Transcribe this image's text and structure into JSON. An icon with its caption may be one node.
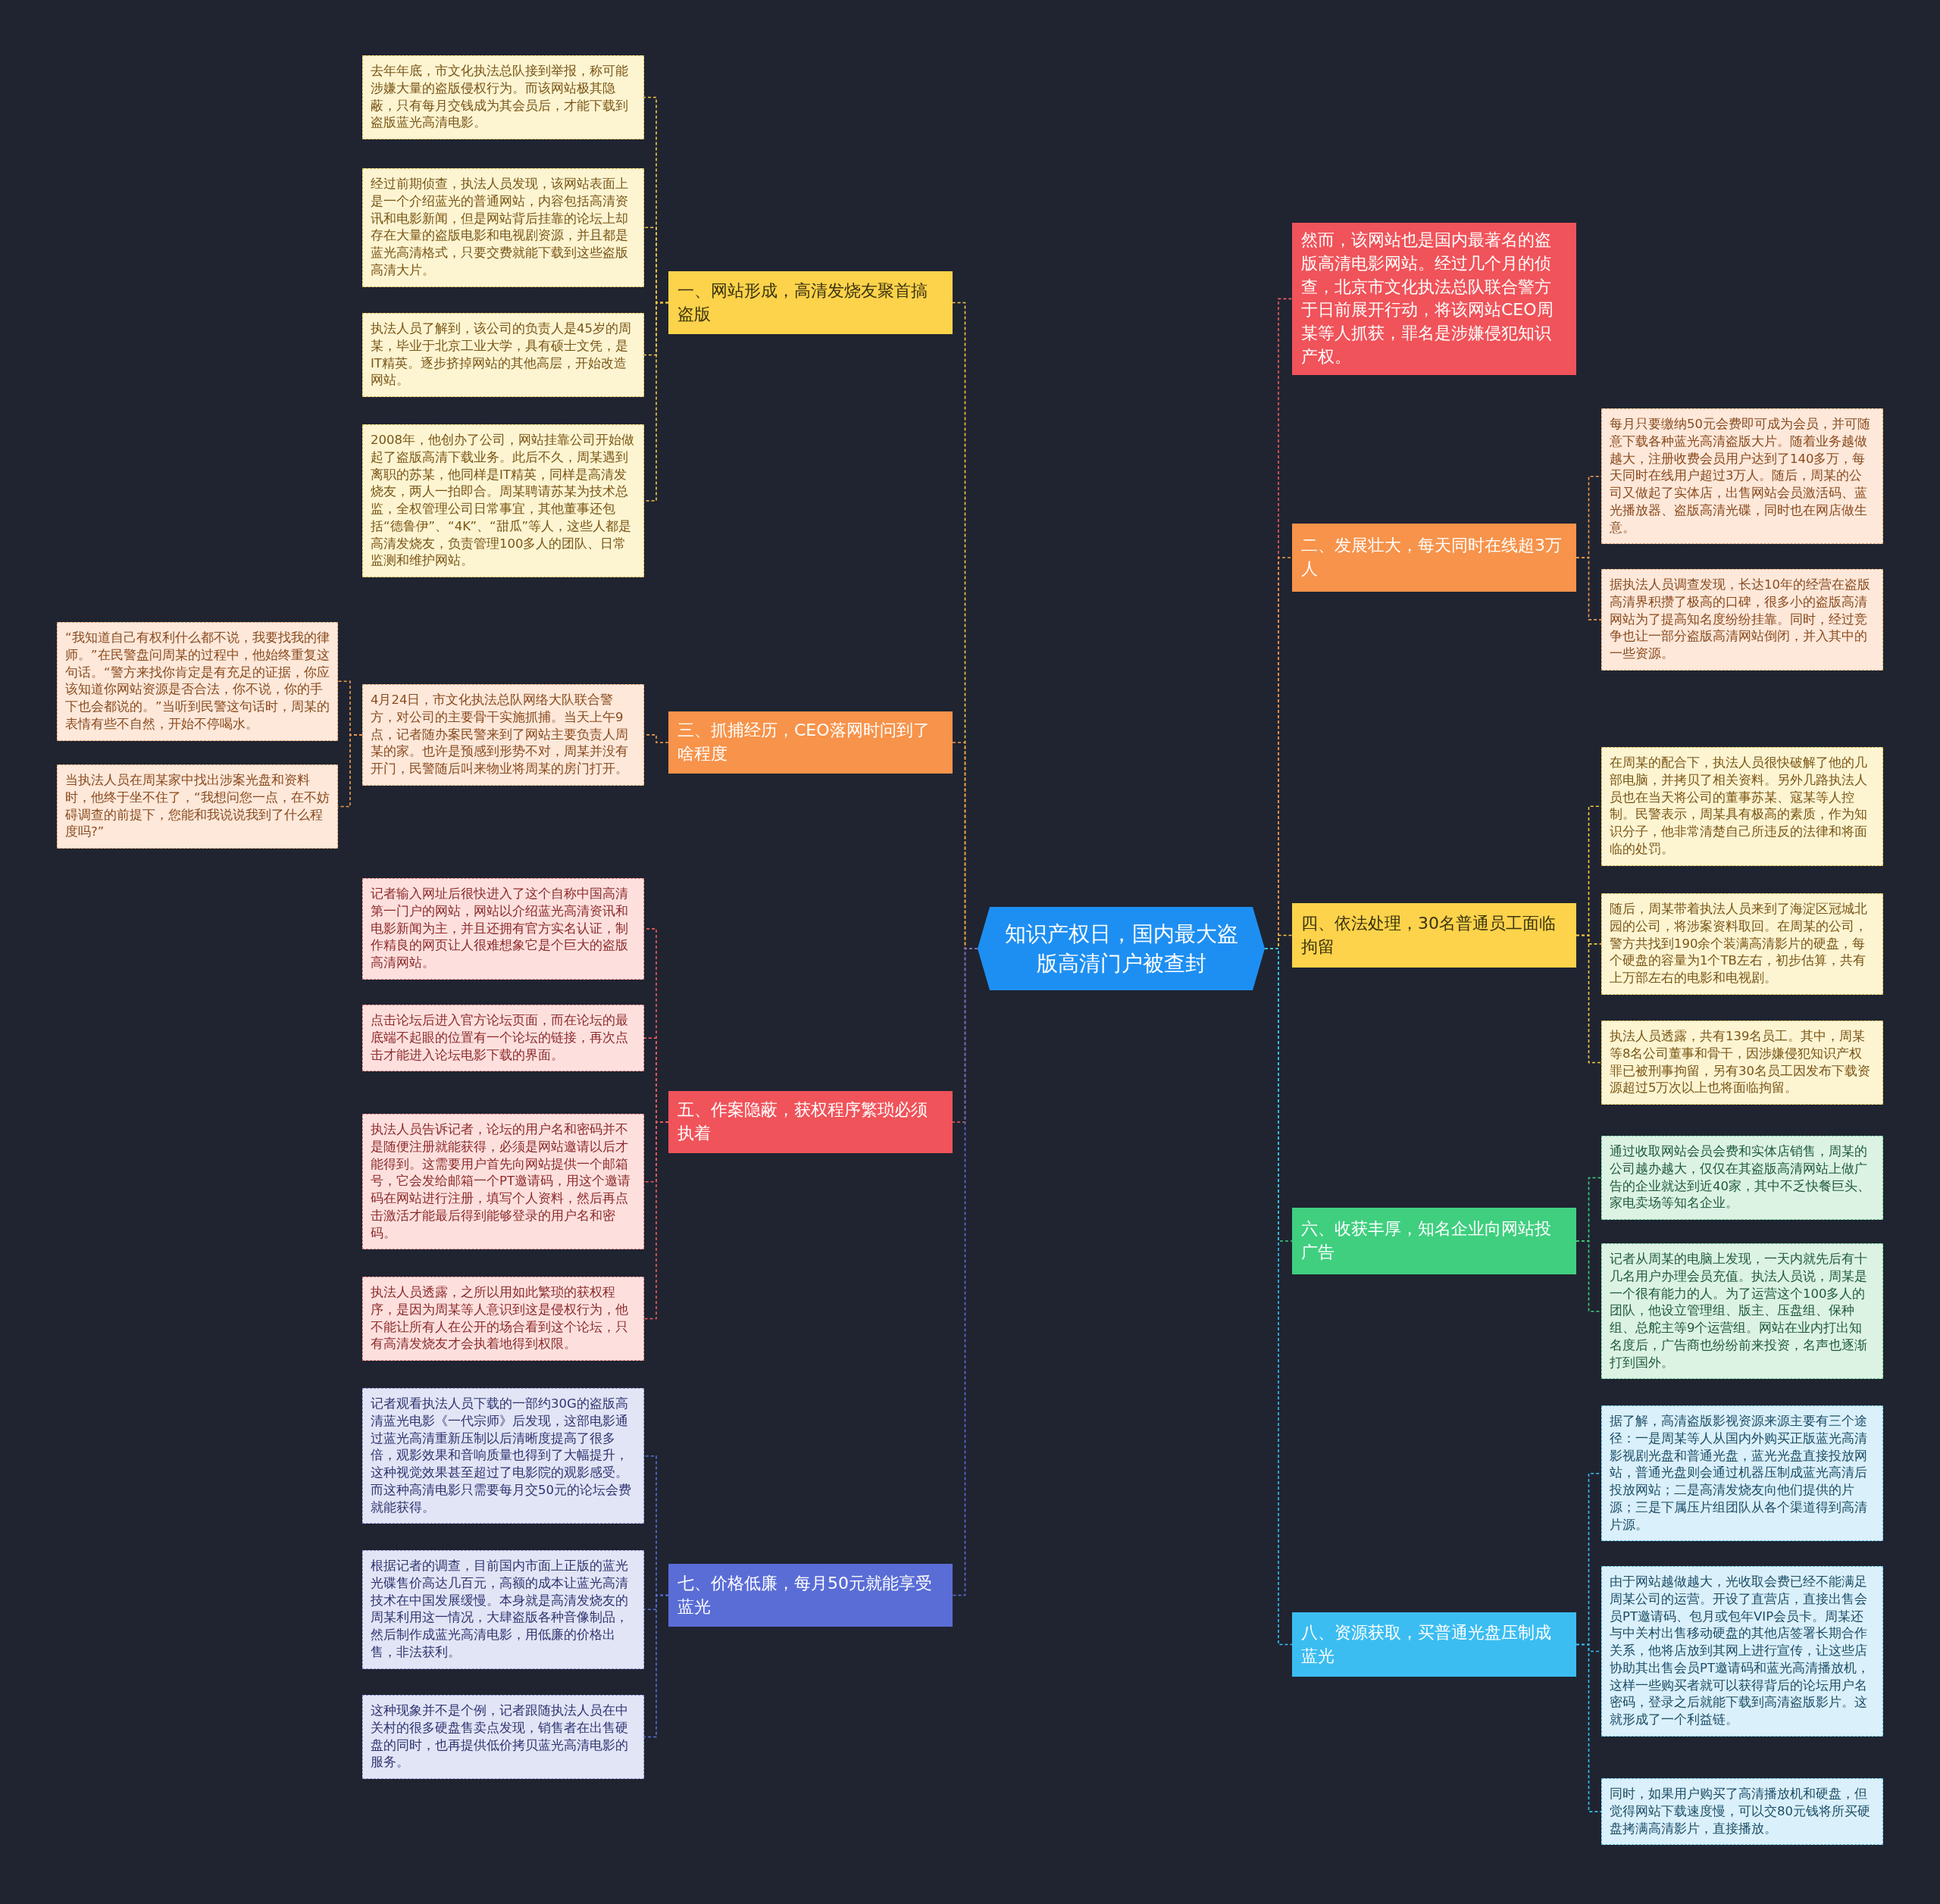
{
  "diagram": {
    "nodes": [
      {
        "text": [
          "知识产权日，国内最大盗版高清门户被查封"
        ]
      },
      {
        "text": [
          "一、网站形成，高清发烧友聚首搞盗版"
        ]
      },
      {
        "text": [
          "去年年底，市文化执法总队接到举报，称可能涉嫌大量的盗版侵权行为。而该网站极其隐蔽，只有每月交钱成为其会员后，才能下载到盗版蓝光高清电影。"
        ]
      },
      {
        "text": [
          "经过前期侦查，执法人员发现，该网站表面上是一个介绍蓝光的普通网站，内容包括高清资讯和电影新闻，但是网站背后挂靠的论坛上却存在大量的盗版电影和电视剧资源，并且都是蓝光高清格式，只要交费就能下载到这些盗版高清大片。"
        ]
      },
      {
        "text": [
          "执法人员了解到，该公司的负责人是45岁的周某，毕业于北京工业大学，具有硕士文凭，是IT精英。逐步挤掉网站的其他高层，开始改造网站。"
        ]
      },
      {
        "text": [
          "2008年，他创办了公司，网站挂靠公司开始做起了盗版高清下载业务。此后不久，周某遇到离职的苏某，他同样是IT精英，同样是高清发烧友，两人一拍即合。周某聘请苏某为技术总监，全权管理公司日常事宜，其他董事还包括“德鲁伊”、“4K”、“甜瓜”等人，这些人都是高清发烧友，负责管理100多人的团队、日常监测和维护网站。"
        ]
      },
      {
        "text": [
          "三、抓捕经历，CEO落网时问到了啥程度"
        ]
      },
      {
        "text": [
          "4月24日，市文化执法总队网络大队联合警方，对公司的主要骨干实施抓捕。当天上午9点，记者随办案民警来到了网站主要负责人周某的家。也许是预感到形势不对，周某并没有开门，民警随后叫来物业将周某的房门打开。"
        ]
      },
      {
        "text": [
          "“我知道自己有权利什么都不说，我要找我的律师。”在民警盘问周某的过程中，他始终重复这句话。“警方来找你肯定是有充足的证据，你应该知道你网站资源是否合法，你不说，你的手下也会都说的。”当听到民警这句话时，周某的表情有些不自然，开始不停喝水。"
        ]
      },
      {
        "text": [
          "当执法人员在周某家中找出涉案光盘和资料时，他终于坐不住了，“我想问您一点，在不妨碍调查的前提下，您能和我说说我到了什么程度吗?”"
        ]
      },
      {
        "text": [
          "五、作案隐蔽，获权程序繁琐必须执着"
        ]
      },
      {
        "text": [
          "记者输入网址后很快进入了这个自称中国高清第一门户的网站，网站以介绍蓝光高清资讯和电影新闻为主，并且还拥有官方实名认证，制作精良的网页让人很难想象它是个巨大的盗版高清网站。"
        ]
      },
      {
        "text": [
          "点击论坛后进入官方论坛页面，而在论坛的最底端不起眼的位置有一个论坛的链接，再次点击才能进入论坛电影下载的界面。"
        ]
      },
      {
        "text": [
          "执法人员告诉记者，论坛的用户名和密码并不是随便注册就能获得，必须是网站邀请以后才能得到。这需要用户首先向网站提供一个邮箱号，它会发给邮箱一个PT邀请码，用这个邀请码在网站进行注册，填写个人资料，然后再点击激活才能最后得到能够登录的用户名和密码。"
        ]
      },
      {
        "text": [
          "执法人员透露，之所以用如此繁琐的获权程序，是因为周某等人意识到这是侵权行为，他不能让所有人在公开的场合看到这个论坛，只有高清发烧友才会执着地得到权限。"
        ]
      },
      {
        "text": [
          "七、价格低廉，每月50元就能享受蓝光"
        ]
      },
      {
        "text": [
          "记者观看执法人员下载的一部约30G的盗版高清蓝光电影《一代宗师》后发现，这部电影通过蓝光高清重新压制以后清晰度提高了很多倍，观影效果和音响质量也得到了大幅提升，这种视觉效果甚至超过了电影院的观影感受。而这种高清电影只需要每月交50元的论坛会费就能获得。"
        ]
      },
      {
        "text": [
          "根据记者的调查，目前国内市面上正版的蓝光光碟售价高达几百元，高额的成本让蓝光高清技术在中国发展缓慢。本身就是高清发烧友的周某利用这一情况，大肆盗版各种音像制品，然后制作成蓝光高清电影，用低廉的价格出售，非法获利。"
        ]
      },
      {
        "text": [
          "这种现象并不是个例，记者跟随执法人员在中关村的很多硬盘售卖点发现，销售者在出售硬盘的同时，也再提供低价拷贝蓝光高清电影的服务。"
        ]
      },
      {
        "text": [
          "然而，该网站也是国内最著名的盗版高清电影网站。经过几个月的侦查，北京市文化执法总队联合警方于日前展开行动，将该网站CEO周某等人抓获，罪名是涉嫌侵犯知识产权。"
        ]
      },
      {
        "text": [
          "二、发展壮大，每天同时在线超3万人"
        ]
      },
      {
        "text": [
          "每月只要缴纳50元会费即可成为会员，并可随意下载各种蓝光高清盗版大片。随着业务越做越大，注册收费会员用户达到了140多万，每天同时在线用户超过3万人。随后，周某的公司又做起了实体店，出售网站会员激活码、蓝光播放器、盗版高清光碟，同时也在网店做生意。"
        ]
      },
      {
        "text": [
          "据执法人员调查发现，长达10年的经营在盗版高清界积攒了极高的口碑，很多小的盗版高清网站为了提高知名度纷纷挂靠。同时，经过竞争也让一部分盗版高清网站倒闭，并入其中的一些资源。"
        ]
      },
      {
        "text": [
          "四、依法处理，30名普通员工面临拘留"
        ]
      },
      {
        "text": [
          "在周某的配合下，执法人员很快破解了他的几部电脑，并拷贝了相关资料。另外几路执法人员也在当天将公司的董事苏某、寇某等人控制。民警表示，周某具有极高的素质，作为知识分子，他非常清楚自己所违反的法律和将面临的处罚。"
        ]
      },
      {
        "text": [
          "随后，周某带着执法人员来到了海淀区冠城北园的公司，将涉案资料取回。在周某的公司，警方共找到190余个装满高清影片的硬盘，每个硬盘的容量为1个TB左右，初步估算，共有上万部左右的电影和电视剧。"
        ]
      },
      {
        "text": [
          "执法人员透露，共有139名员工。其中，周某等8名公司董事和骨干，因涉嫌侵犯知识产权罪已被刑事拘留，另有30名员工因发布下载资源超过5万次以上也将面临拘留。"
        ]
      },
      {
        "text": [
          "六、收获丰厚，知名企业向网站投广告"
        ]
      },
      {
        "text": [
          "通过收取网站会员会费和实体店销售，周某的公司越办越大，仅仅在其盗版高清网站上做广告的企业就达到近40家，其中不乏快餐巨头、家电卖场等知名企业。"
        ]
      },
      {
        "text": [
          "记者从周某的电脑上发现，一天内就先后有十几名用户办理会员充值。执法人员说，周某是一个很有能力的人。为了运营这个100多人的团队，他设立管理组、版主、压盘组、保种组、总舵主等9个运营组。网站在业内打出知名度后，广告商也纷纷前来投资，名声也逐渐打到国外。"
        ]
      },
      {
        "text": [
          "八、资源获取，买普通光盘压制成蓝光"
        ]
      },
      {
        "text": [
          "据了解，高清盗版影视资源来源主要有三个途径：一是周某等人从国内外购买正版蓝光高清影视剧光盘和普通光盘，蓝光光盘直接投放网站，普通光盘则会通过机器压制成蓝光高清后投放网站；二是高清发烧友向他们提供的片源；三是下属压片组团队从各个渠道得到高清片源。"
        ]
      },
      {
        "text": [
          "由于网站越做越大，光收取会费已经不能满足周某公司的运营。开设了直营店，直接出售会员PT邀请码、包月或包年VIP会员卡。周某还与中关村出售移动硬盘的其他店签署长期合作关系，他将店放到其网上进行宣传，让这些店协助其出售会员PT邀请码和蓝光高清播放机，这样一些购买者就可以获得背后的论坛用户名密码，登录之后就能下载到高清盗版影片。这就形成了一个利益链。"
        ]
      },
      {
        "text": [
          "同时，如果用户购买了高清播放机和硬盘，但觉得网站下载速度慢，可以交80元钱将所买硬盘拷满高清影片，直接播放。"
        ]
      }
    ],
    "edges": [
      {
        "from": 0,
        "to": 1,
        "arrow": "none",
        "color": "#f5c842"
      },
      {
        "from": 1,
        "to": 2,
        "arrow": "none",
        "color": "#f5c842"
      },
      {
        "from": 1,
        "to": 3,
        "arrow": "none",
        "color": "#f5c842"
      },
      {
        "from": 1,
        "to": 4,
        "arrow": "none",
        "color": "#f5c842"
      },
      {
        "from": 1,
        "to": 5,
        "arrow": "none",
        "color": "#f5c842"
      },
      {
        "from": 0,
        "to": 6,
        "arrow": "none",
        "color": "#f39a4c"
      },
      {
        "from": 6,
        "to": 7,
        "arrow": "none",
        "color": "#f39a4c"
      },
      {
        "from": 7,
        "to": 8,
        "arrow": "none",
        "color": "#f39a4c"
      },
      {
        "from": 7,
        "to": 9,
        "arrow": "none",
        "color": "#f39a4c"
      },
      {
        "from": 0,
        "to": 10,
        "arrow": "none",
        "color": "#ef5b5b"
      },
      {
        "from": 10,
        "to": 11,
        "arrow": "none",
        "color": "#ef5b5b"
      },
      {
        "from": 10,
        "to": 12,
        "arrow": "none",
        "color": "#ef5b5b"
      },
      {
        "from": 10,
        "to": 13,
        "arrow": "none",
        "color": "#ef5b5b"
      },
      {
        "from": 10,
        "to": 14,
        "arrow": "none",
        "color": "#ef5b5b"
      },
      {
        "from": 0,
        "to": 15,
        "arrow": "none",
        "color": "#5b6fd6"
      },
      {
        "from": 15,
        "to": 16,
        "arrow": "none",
        "color": "#5b6fd6"
      },
      {
        "from": 15,
        "to": 17,
        "arrow": "none",
        "color": "#5b6fd6"
      },
      {
        "from": 15,
        "to": 18,
        "arrow": "none",
        "color": "#5b6fd6"
      },
      {
        "from": 0,
        "to": 19,
        "arrow": "none",
        "color": "#ef5b5b"
      },
      {
        "from": 0,
        "to": 20,
        "arrow": "none",
        "color": "#f39a4c"
      },
      {
        "from": 20,
        "to": 21,
        "arrow": "none",
        "color": "#f39a4c"
      },
      {
        "from": 20,
        "to": 22,
        "arrow": "none",
        "color": "#f39a4c"
      },
      {
        "from": 0,
        "to": 23,
        "arrow": "none",
        "color": "#f5c842"
      },
      {
        "from": 23,
        "to": 24,
        "arrow": "none",
        "color": "#f5c842"
      },
      {
        "from": 23,
        "to": 25,
        "arrow": "none",
        "color": "#f5c842"
      },
      {
        "from": 23,
        "to": 26,
        "arrow": "none",
        "color": "#f5c842"
      },
      {
        "from": 0,
        "to": 27,
        "arrow": "none",
        "color": "#3ecf7e"
      },
      {
        "from": 27,
        "to": 28,
        "arrow": "none",
        "color": "#3ecf7e"
      },
      {
        "from": 27,
        "to": 29,
        "arrow": "none",
        "color": "#3ecf7e"
      },
      {
        "from": 0,
        "to": 30,
        "arrow": "none",
        "color": "#3bbdf2"
      },
      {
        "from": 30,
        "to": 31,
        "arrow": "none",
        "color": "#3bbdf2"
      },
      {
        "from": 30,
        "to": 32,
        "arrow": "none",
        "color": "#3bbdf2"
      },
      {
        "from": 30,
        "to": 33,
        "arrow": "none",
        "color": "#3bbdf2"
      }
    ]
  }
}
